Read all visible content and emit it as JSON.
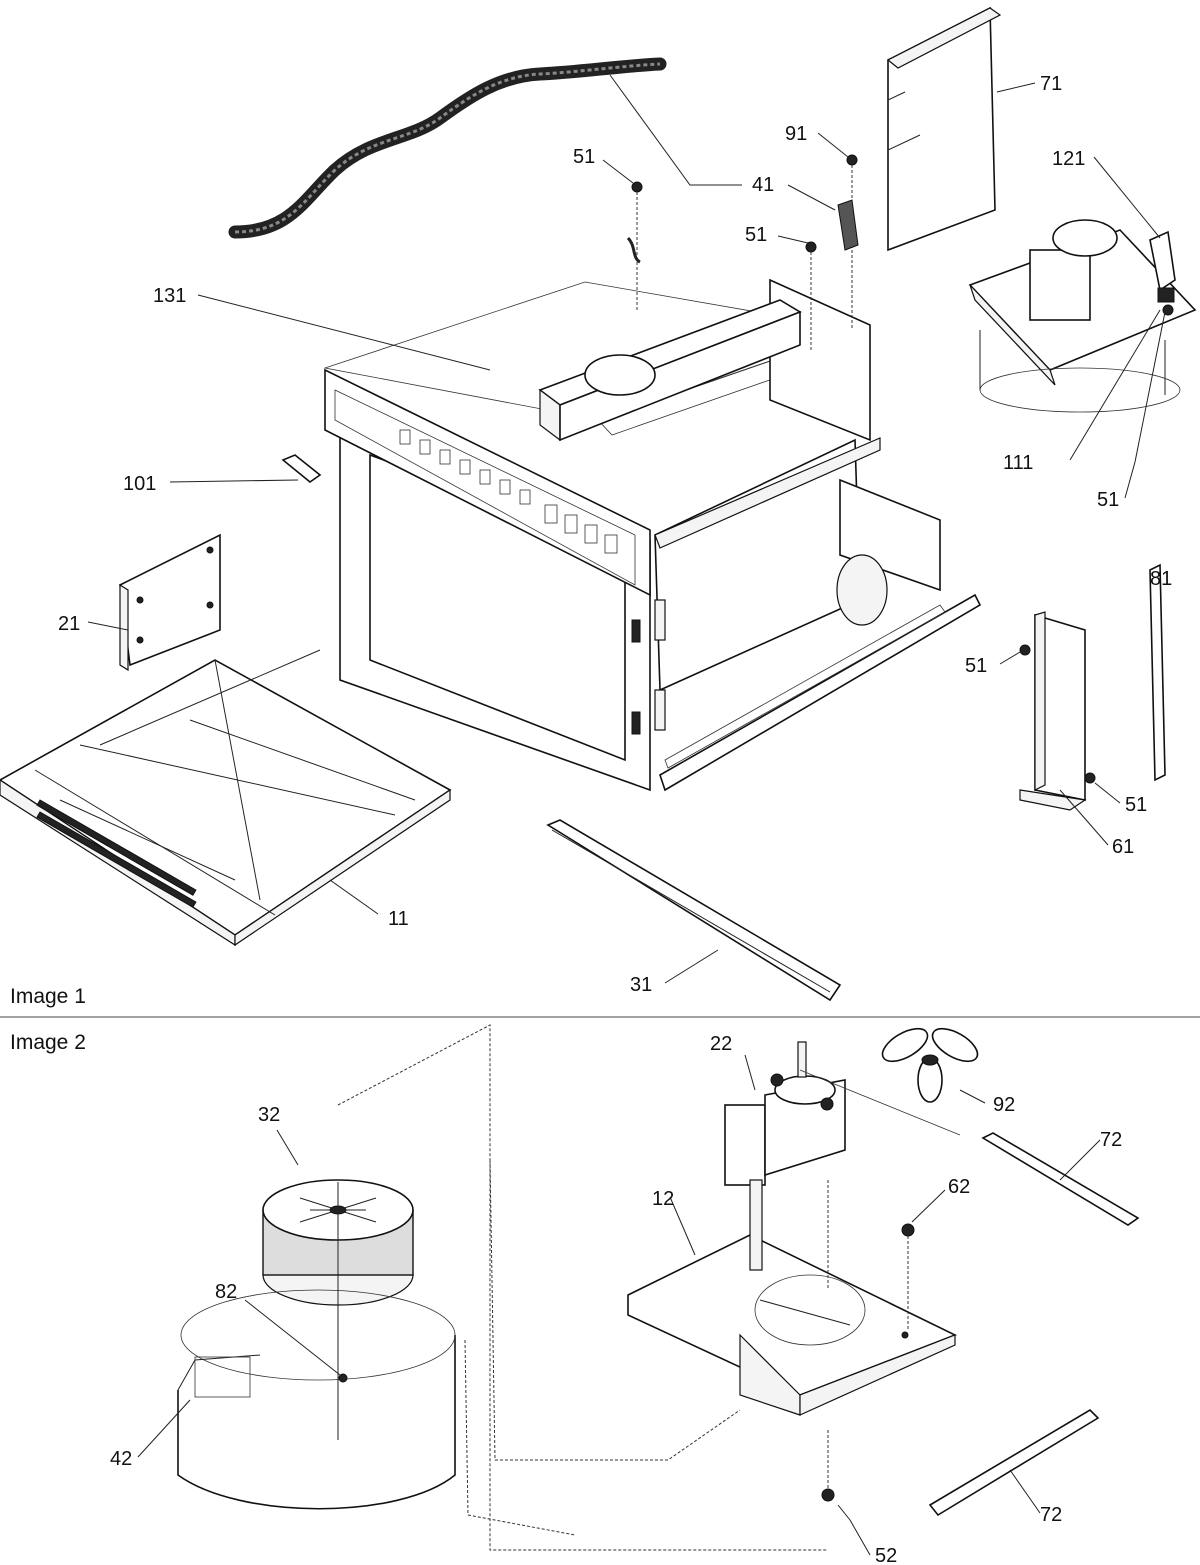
{
  "sections": [
    {
      "key": "image1",
      "label": "Image 1"
    },
    {
      "key": "image2",
      "label": "Image 2"
    }
  ],
  "callouts": {
    "c131": "131",
    "c101": "101",
    "c21": "21",
    "c11": "11",
    "c31": "31",
    "c51a": "51",
    "c51b": "51",
    "c51c": "51",
    "c51d": "51",
    "c51e": "51",
    "c91": "91",
    "c41": "41",
    "c71": "71",
    "c121": "121",
    "c111": "111",
    "c81": "81",
    "c61": "61",
    "c32": "32",
    "c82": "82",
    "c42": "42",
    "c22": "22",
    "c92": "92",
    "c12": "12",
    "c62": "62",
    "c72a": "72",
    "c72b": "72",
    "c52": "52"
  }
}
